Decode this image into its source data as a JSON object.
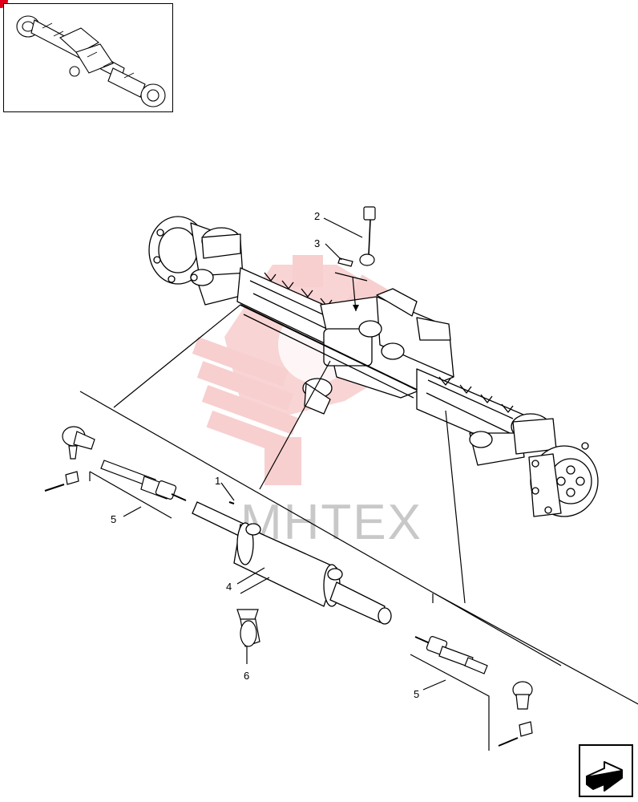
{
  "callouts": {
    "c1": "1",
    "c2": "2",
    "c3": "3",
    "c4": "4",
    "c5a": "5",
    "c5b": "5",
    "c6": "6"
  },
  "watermark": {
    "text": "MHTEX",
    "gear_color": "#f2a8a8"
  },
  "colors": {
    "line": "#000000",
    "accent": "#e1001a"
  },
  "icons": {
    "next": "next-page-arrow-icon"
  }
}
